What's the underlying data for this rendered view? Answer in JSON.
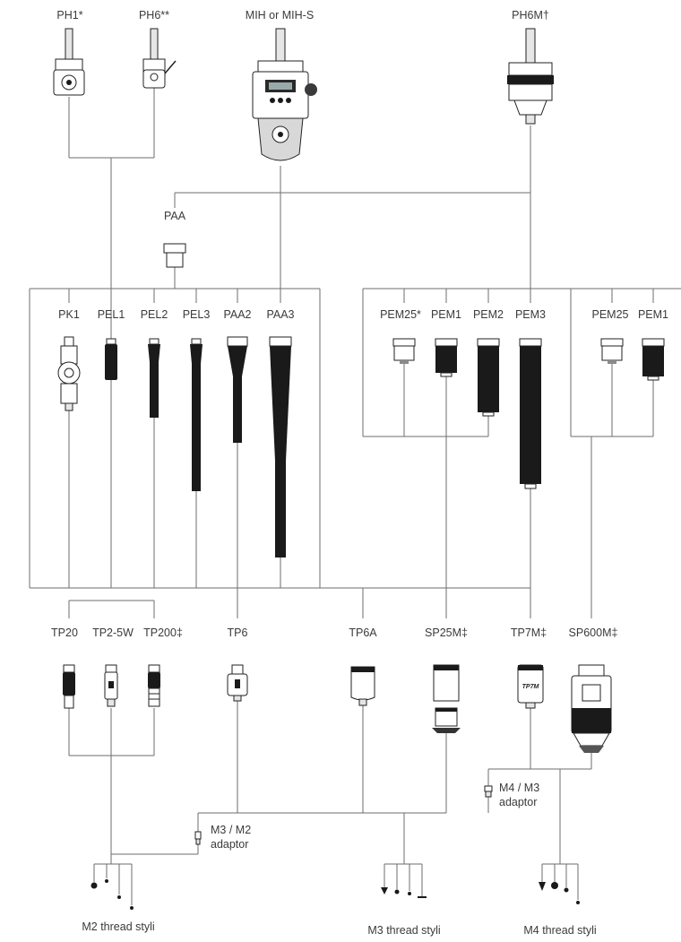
{
  "heads": {
    "ph1": "PH1*",
    "ph6": "PH6**",
    "mih": "MIH or MIH-S",
    "ph6m": "PH6M†"
  },
  "adaptor_paa": "PAA",
  "extensions": {
    "pk1": "PK1",
    "pel1": "PEL1",
    "pel2": "PEL2",
    "pel3": "PEL3",
    "paa2": "PAA2",
    "paa3": "PAA3",
    "pem25_star": "PEM25*",
    "pem1_a": "PEM1",
    "pem2": "PEM2",
    "pem3": "PEM3",
    "pem25": "PEM25",
    "pem1_b": "PEM1"
  },
  "probes": {
    "tp20": "TP20",
    "tp2_5w": "TP2-5W",
    "tp200": "TP200‡",
    "tp6": "TP6",
    "tp6a": "TP6A",
    "sp25m": "SP25M‡",
    "tp7m": "TP7M‡",
    "sp600m": "SP600M‡"
  },
  "adaptors": {
    "m4m3_line1": "M4 / M3",
    "m4m3_line2": "adaptor",
    "m3m2_line1": "M3 / M2",
    "m3m2_line2": "adaptor"
  },
  "styli": {
    "m2": "M2 thread styli",
    "m3": "M3 thread styli",
    "m4": "M4 thread styli"
  },
  "device_text": {
    "tp7m_mark": "TP7M"
  }
}
